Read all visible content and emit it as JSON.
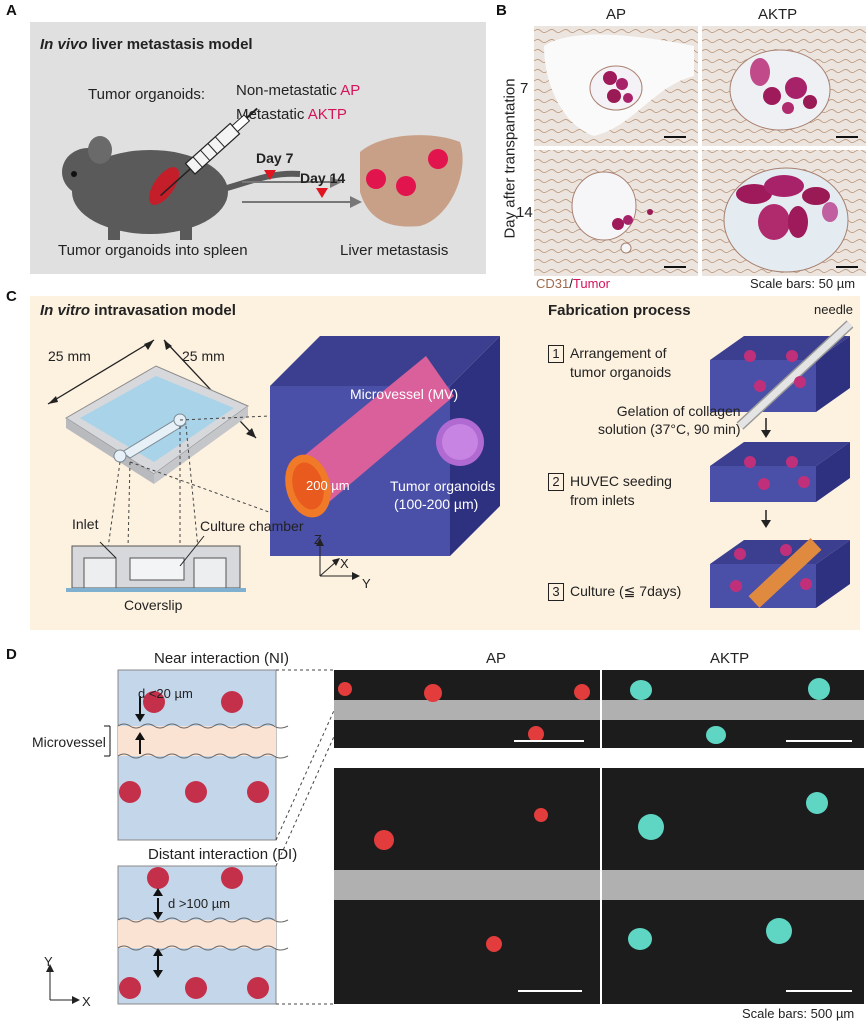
{
  "panelA": {
    "letter": "A",
    "title_italic": "In vivo",
    "title_rest": " liver metastasis model",
    "tumor_organoids_label": "Tumor organoids:",
    "nonmet_prefix": "Non-metastatic ",
    "nonmet_name": "AP",
    "met_prefix": "Metastatic ",
    "met_name": "AKTP",
    "day7": "Day 7",
    "day14": "Day 14",
    "left_caption": "Tumor organoids into spleen",
    "right_caption": "Liver metastasis"
  },
  "panelB": {
    "letter": "B",
    "col_ap": "AP",
    "col_aktp": "AKTP",
    "y_axis": "Day after transpantation",
    "row_7": "7",
    "row_14": "14",
    "legend_cd31": "CD31",
    "legend_sep": "/",
    "legend_tumor": "Tumor",
    "scale": "Scale bars: 50 µm"
  },
  "panelC": {
    "letter": "C",
    "title_italic": "In vitro",
    "title_rest": " intravasation model",
    "dim1": "25 mm",
    "dim2": "25 mm",
    "inlet": "Inlet",
    "culture_chamber": "Culture chamber",
    "coverslip": "Coverslip",
    "microvessel": "Microvessel (MV)",
    "diameter": "200 µm",
    "tumor_organoids": "Tumor organoids",
    "tumor_size": "(100-200 µm)",
    "axis_z": "Z",
    "axis_x": "X",
    "axis_y": "Y",
    "fab_title": "Fabrication process",
    "needle": "needle",
    "step1_num": "1",
    "step1_a": "Arrangement of",
    "step1_b": "tumor organoids",
    "gel_a": "Gelation of collagen",
    "gel_b": "solution (37°C, 90 min)",
    "step2_num": "2",
    "step2_a": "HUVEC seeding",
    "step2_b": "from inlets",
    "step3_num": "3",
    "step3": "Culture (≦ 7days)"
  },
  "panelD": {
    "letter": "D",
    "ni_title": "Near interaction (NI)",
    "ni_d": "d <20 µm",
    "microvessel": "Microvessel",
    "di_title": "Distant interaction (DI)",
    "di_d": "d >100 µm",
    "col_ap": "AP",
    "col_aktp": "AKTP",
    "axis_y": "Y",
    "axis_x": "X",
    "scale": "Scale bars: 500 µm"
  },
  "colors": {
    "tumor_red": "#d4145a",
    "panel_a_bg": "#e0e0e0",
    "panel_c_bg": "#fdf1e0",
    "collagen_blue": "#4a4fa8",
    "ap_cell": "#e23c3c",
    "aktp_cell": "#5fd6c4"
  }
}
